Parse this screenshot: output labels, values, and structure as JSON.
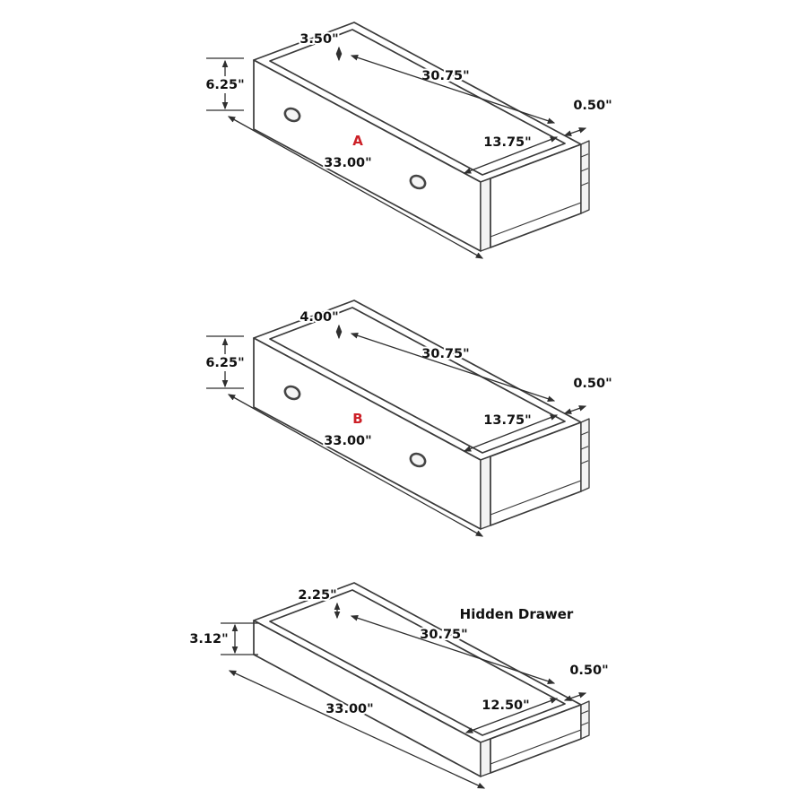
{
  "diagram": {
    "colors": {
      "line": "#3a3a3a",
      "text": "#111111",
      "accent_letter": "#cc2027",
      "background": "#ffffff"
    },
    "drawers": [
      {
        "id": "A",
        "letter": "A",
        "dims": {
          "inner_height": "3.50\"",
          "inner_width": "30.75\"",
          "front_height": "6.25\"",
          "wall_thickness": "0.50\"",
          "inner_depth": "13.75\"",
          "overall_width": "33.00\""
        }
      },
      {
        "id": "B",
        "letter": "B",
        "dims": {
          "inner_height": "4.00\"",
          "inner_width": "30.75\"",
          "front_height": "6.25\"",
          "wall_thickness": "0.50\"",
          "inner_depth": "13.75\"",
          "overall_width": "33.00\""
        }
      },
      {
        "id": "hidden",
        "title": "Hidden Drawer",
        "dims": {
          "inner_height": "2.25\"",
          "inner_width": "30.75\"",
          "front_height": "3.12\"",
          "wall_thickness": "0.50\"",
          "inner_depth": "12.50\"",
          "overall_width": "33.00\""
        }
      }
    ]
  }
}
